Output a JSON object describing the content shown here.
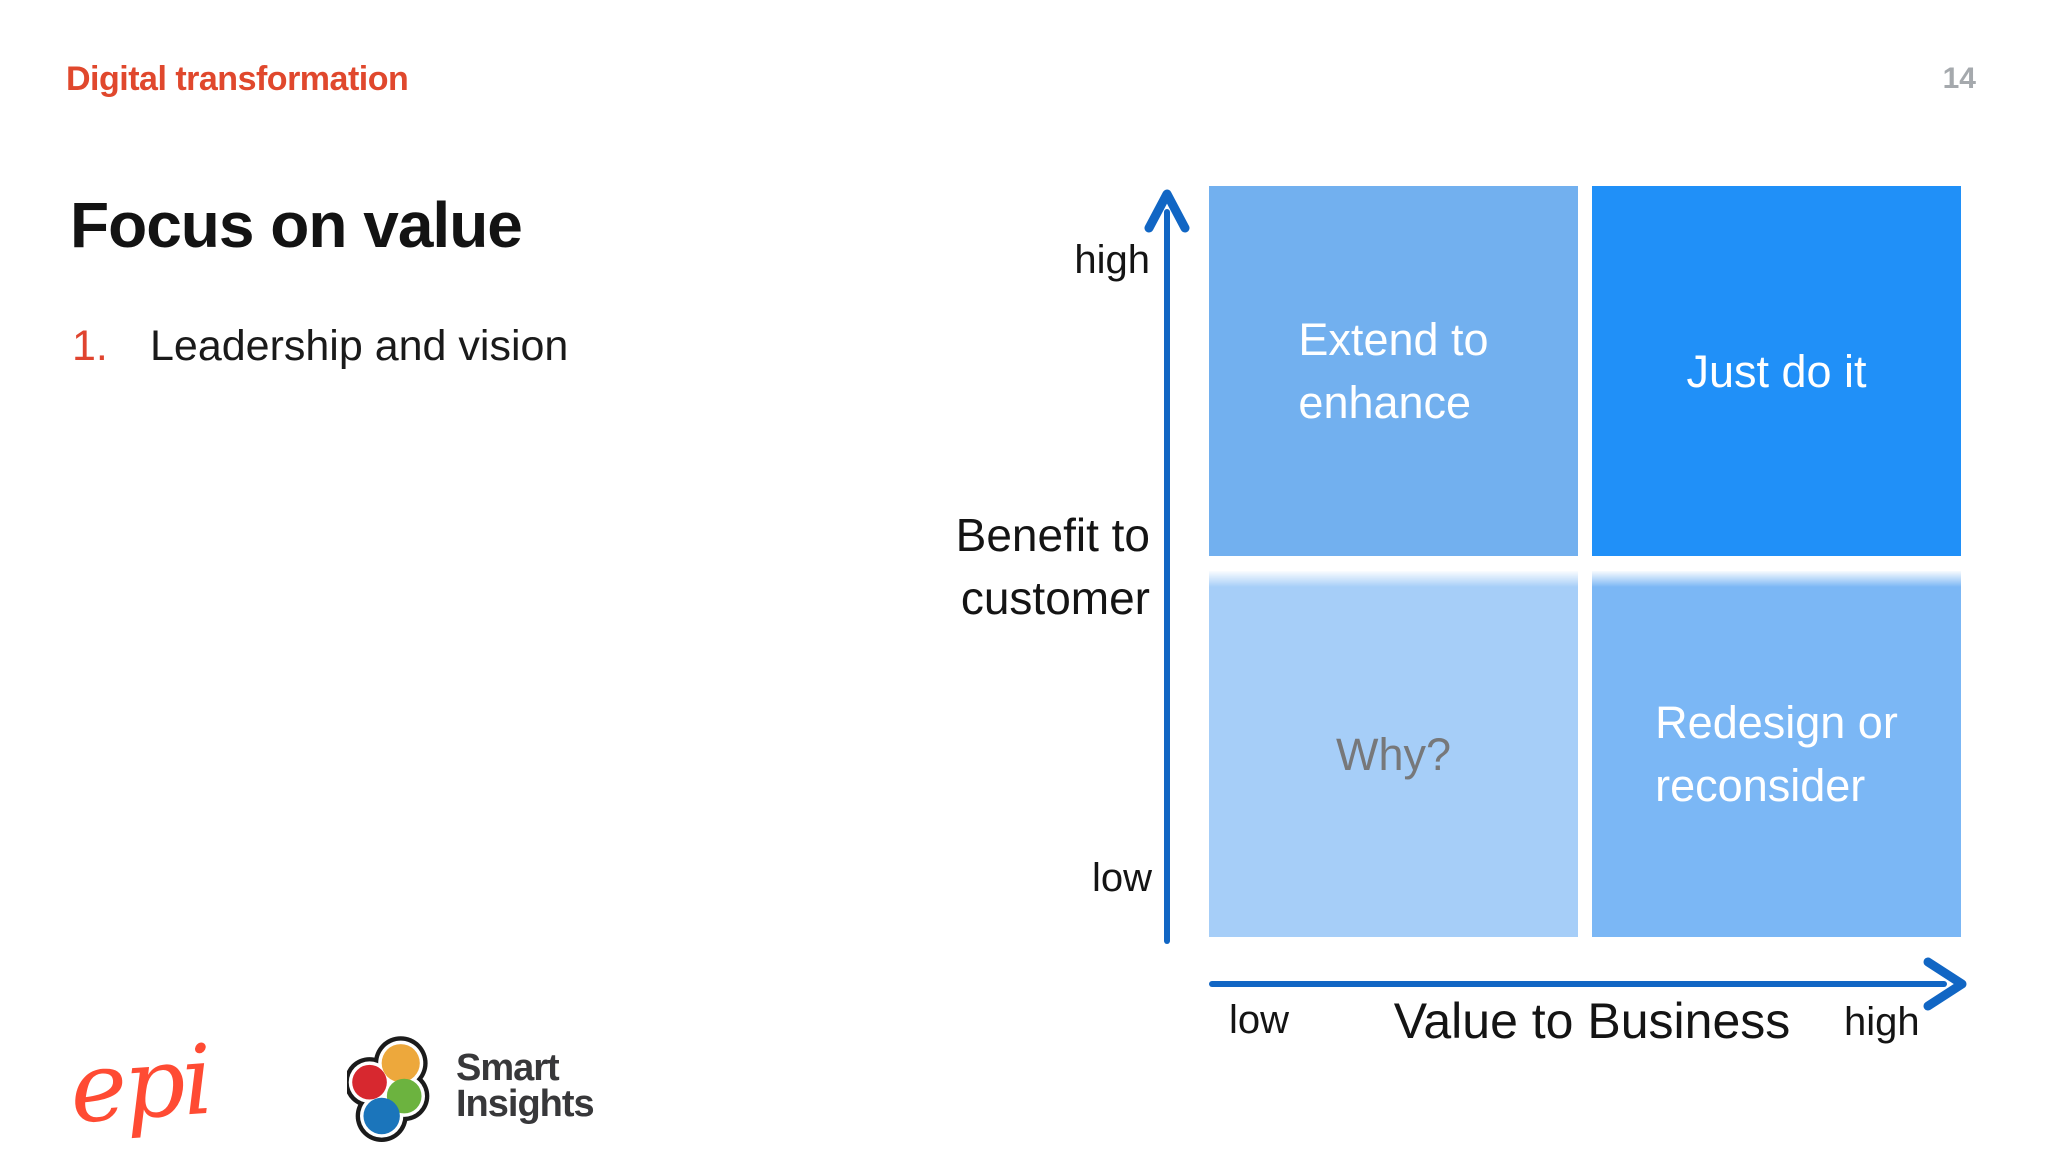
{
  "slide": {
    "eyebrow": "Digital transformation",
    "page_number": "14",
    "title": "Focus on value",
    "list": [
      {
        "number": "1.",
        "text": "Leadership and vision"
      }
    ]
  },
  "matrix": {
    "quadrants": {
      "top_left": {
        "lines": [
          "Extend to",
          "enhance"
        ],
        "color": "#72B0EF",
        "text_color": "#FFFFFF"
      },
      "top_right": {
        "lines": [
          "Just do it"
        ],
        "color": "#2090F8",
        "text_color": "#FFFFFF"
      },
      "bottom_left": {
        "lines": [
          "Why?"
        ],
        "color": "#A6CEF8",
        "text_color": "#77787A"
      },
      "bottom_right": {
        "lines": [
          "Redesign or",
          "reconsider"
        ],
        "color": "#7BB7F5",
        "text_color": "#FFFFFF"
      }
    },
    "y_axis": {
      "title_lines": [
        "Benefit to",
        "customer"
      ],
      "high": "high",
      "low": "low"
    },
    "x_axis": {
      "title": "Value to Business",
      "low": "low",
      "high": "high"
    }
  },
  "footer": {
    "epi_logo_text": "epi",
    "smart_insights": {
      "line1": "Smart",
      "line2": "Insights"
    }
  },
  "colors": {
    "accent_red": "#E0482D",
    "list_number_red": "#E0442F",
    "axis_blue": "#1166C4",
    "quad_top_left": "#72B0EF",
    "quad_top_right": "#2090F8",
    "quad_bottom_left": "#A6CEF8",
    "quad_bottom_right": "#7BB7F5",
    "page_number_gray": "#A5A9AD",
    "why_text_gray": "#77787A",
    "epi_red": "#FF4B33",
    "si_orange": "#EDA83C",
    "si_red": "#D7282F",
    "si_green": "#6CB33F",
    "si_blue": "#1B75BB",
    "si_text_dark": "#38383A"
  }
}
